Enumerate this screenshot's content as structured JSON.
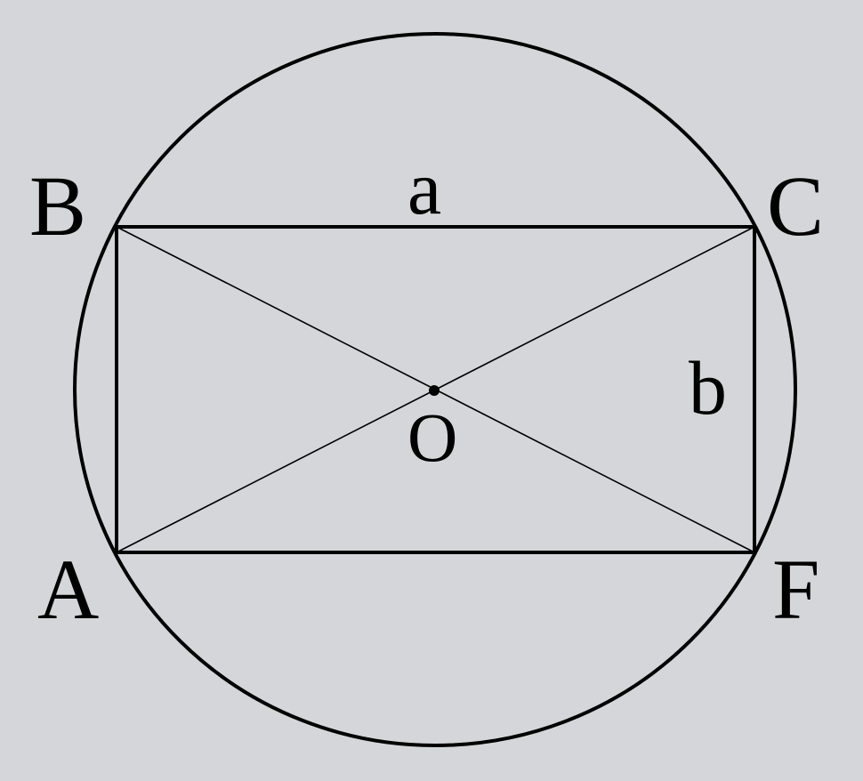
{
  "diagram": {
    "vertices": {
      "B": "B",
      "C": "C",
      "A": "A",
      "F": "F"
    },
    "center": "O",
    "sides": {
      "top": "a",
      "right": "b"
    }
  },
  "colors": {
    "background": "#d4d6d9",
    "stroke": "#000000"
  }
}
